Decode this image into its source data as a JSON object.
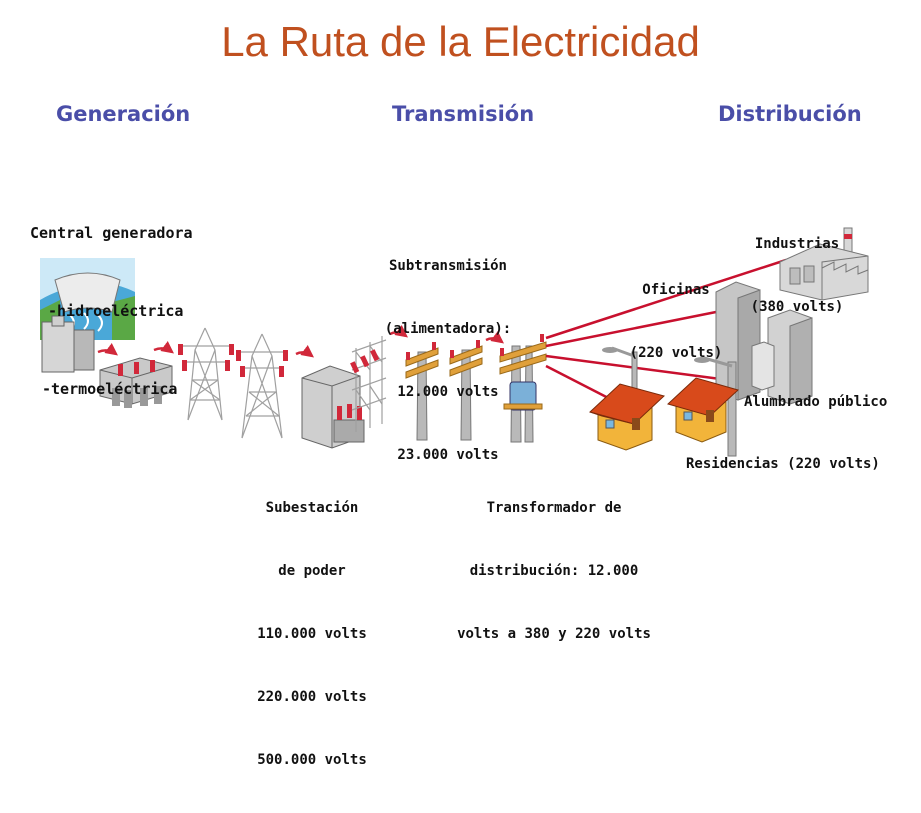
{
  "title": "La Ruta de la Electricidad",
  "stages": {
    "generation": "Generación",
    "transmission": "Transmisión",
    "distribution": "Distribución"
  },
  "labels": {
    "plant": [
      "Central generadora",
      "-hidroeléctrica",
      "-termoeléctrica"
    ],
    "subtransmission": [
      "Subtransmisión",
      "(alimentadora):",
      "12.000 volts",
      "23.000 volts"
    ],
    "substation": [
      "Subestación",
      "de poder",
      "110.000 volts",
      "220.000 volts",
      "500.000 volts"
    ],
    "transformer": [
      "Transformador de",
      "distribución: 12.000",
      "volts a 380 y 220 volts"
    ],
    "offices": [
      "Oficinas",
      "(220 volts)"
    ],
    "industries": [
      "Industrias",
      "(380 volts)"
    ],
    "street_lighting": "Alumbrado público",
    "residences": "Residencias (220 volts)"
  },
  "colors": {
    "title": "#c0501f",
    "stage": "#4a4ea8",
    "flow_arrow": "#d1283a",
    "power_line": "#c8102e",
    "roof": "#d84a1b",
    "wall": "#f2b43a"
  }
}
